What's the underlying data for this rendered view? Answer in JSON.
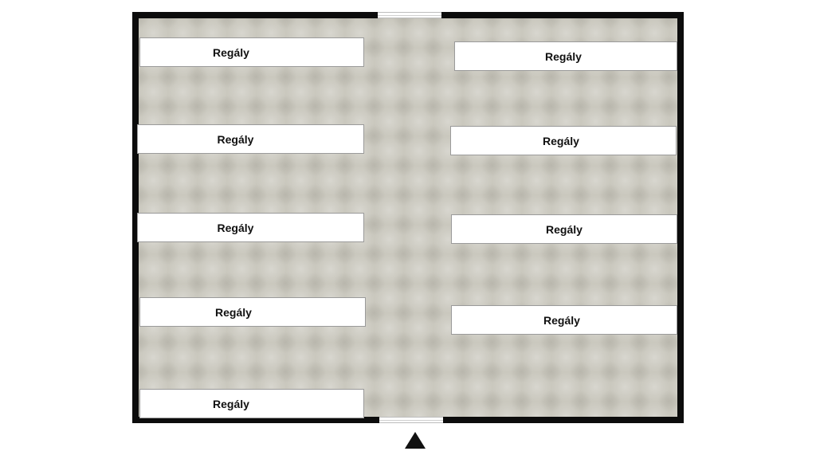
{
  "shelves": [
    {
      "label": "Regály"
    },
    {
      "label": "Regály"
    },
    {
      "label": "Regály"
    },
    {
      "label": "Regály"
    },
    {
      "label": "Regály"
    },
    {
      "label": "Regály"
    },
    {
      "label": "Regály"
    },
    {
      "label": "Regály"
    },
    {
      "label": "Regály"
    }
  ],
  "entrance_marker": {
    "icon": "entrance-arrow-icon"
  },
  "colors": {
    "floor": "#c9c7bd",
    "wall": "#0c0c0c",
    "shelf": "#ffffff"
  }
}
